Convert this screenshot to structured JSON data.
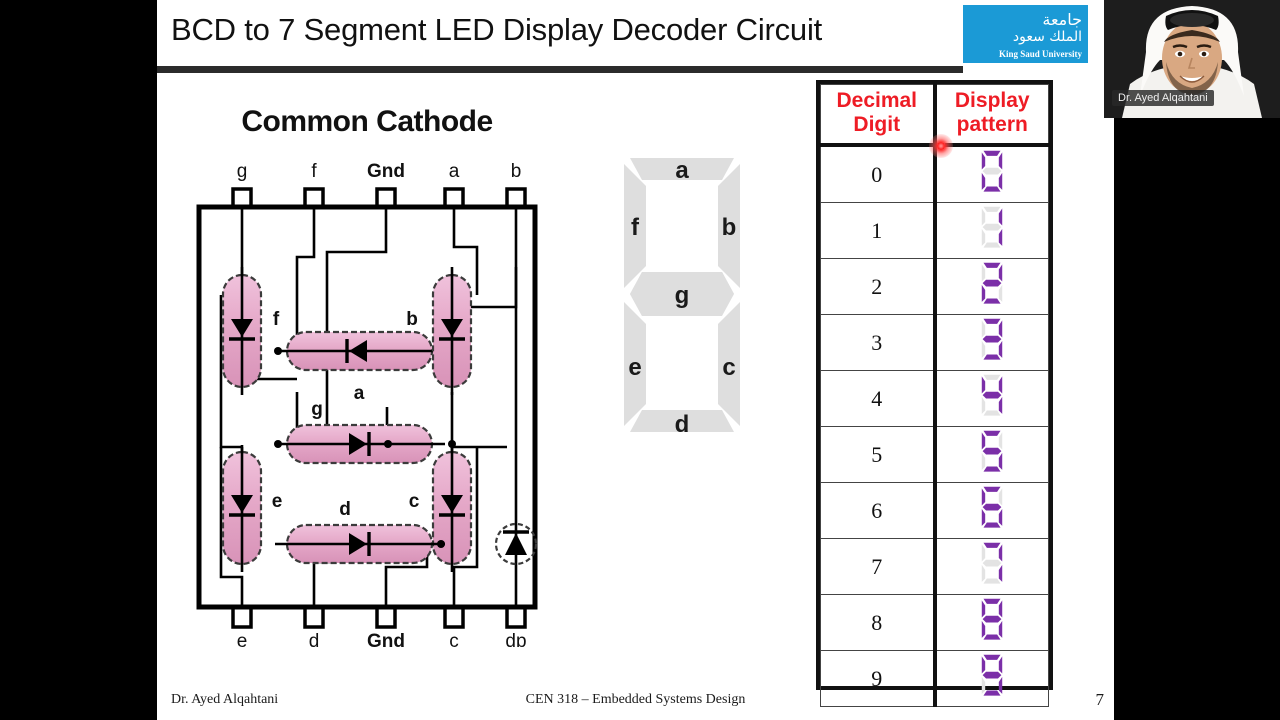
{
  "slide": {
    "title": "BCD to 7 Segment LED Display Decoder Circuit",
    "page_number": "7"
  },
  "logo": {
    "arabic_line1": "جامعة",
    "arabic_line2": "الملك سعود",
    "english": "King Saud University",
    "color": "#1b9ad6"
  },
  "footer": {
    "left": "Dr. Ayed Alqahtani",
    "center": "CEN 318 – Embedded Systems Design"
  },
  "circuit": {
    "title": "Common Cathode",
    "top_pins": [
      "g",
      "f",
      "Gnd",
      "a",
      "b"
    ],
    "bottom_pins": [
      "e",
      "d",
      "Gnd",
      "c",
      "dp"
    ],
    "led_labels": [
      "a",
      "f",
      "b",
      "g",
      "e",
      "c",
      "d"
    ],
    "led_color": "#e5a8c8",
    "line_color": "#000000"
  },
  "segment_figure": {
    "labels": [
      "a",
      "b",
      "c",
      "d",
      "e",
      "f",
      "g"
    ],
    "segment_color": "#dedede",
    "label_color": "#1a1a1a"
  },
  "table": {
    "headers": [
      "Decimal Digit",
      "Display pattern"
    ],
    "header_color": "#ee1c25",
    "on_color": "#7b2fa8",
    "off_color": "#e3e3e3",
    "rows": [
      {
        "digit": "0",
        "segments": "abcdef"
      },
      {
        "digit": "1",
        "segments": "bc"
      },
      {
        "digit": "2",
        "segments": "abdeg"
      },
      {
        "digit": "3",
        "segments": "abcdg"
      },
      {
        "digit": "4",
        "segments": "bcfg"
      },
      {
        "digit": "5",
        "segments": "acdfg"
      },
      {
        "digit": "6",
        "segments": "acdefg"
      },
      {
        "digit": "7",
        "segments": "abc"
      },
      {
        "digit": "8",
        "segments": "abcdefg"
      },
      {
        "digit": "9",
        "segments": "abcdfg"
      }
    ]
  },
  "webcam": {
    "participant_name": "Dr. Ayed Alqahtani"
  },
  "pointer": {
    "color": "#ff0000"
  }
}
